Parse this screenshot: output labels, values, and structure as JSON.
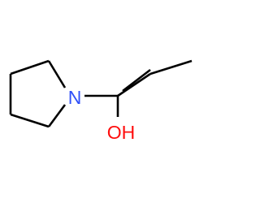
{
  "molecule": {
    "atoms": [
      {
        "id": "N1",
        "symbol": "N",
        "label": "N",
        "color": "#3050F8"
      },
      {
        "id": "O1",
        "symbol": "O",
        "label": "OH",
        "color": "#FF0D0D"
      }
    ],
    "bond_color": "#000000",
    "background": "#ffffff"
  }
}
